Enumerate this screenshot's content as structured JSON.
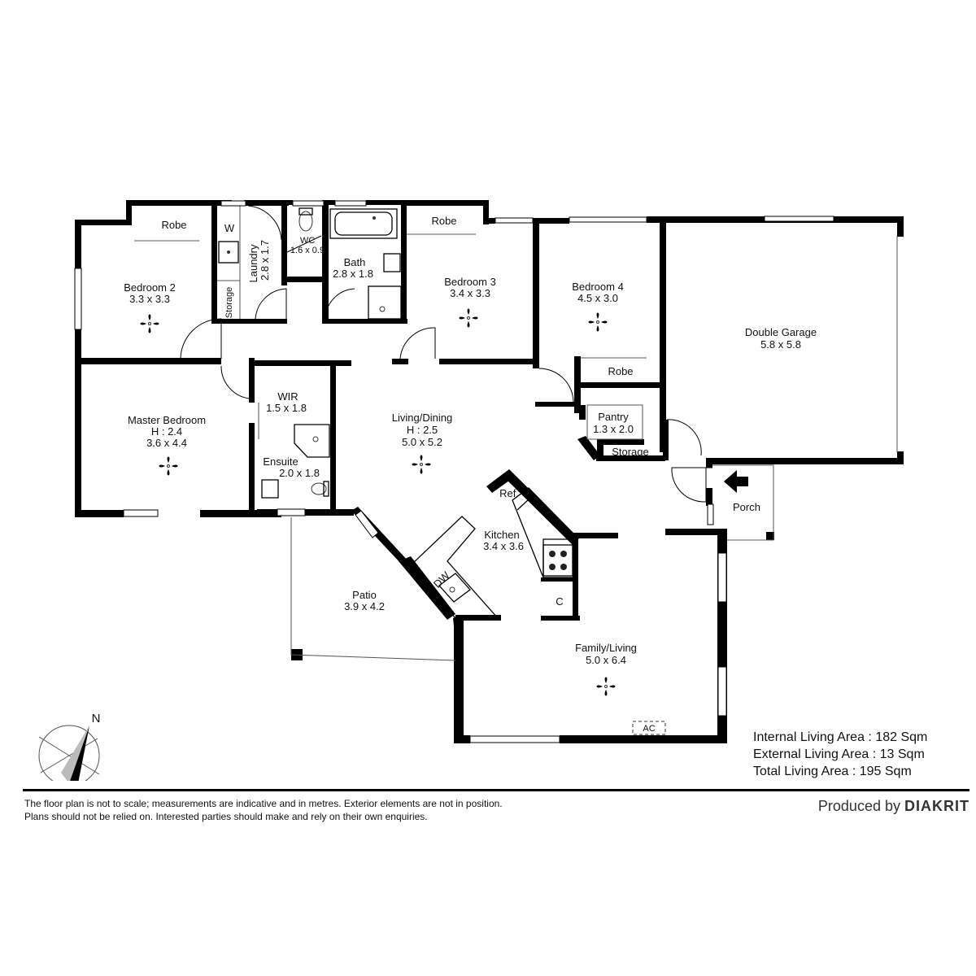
{
  "rooms": {
    "robe_bed2": "Robe",
    "w": "W",
    "laundry": {
      "name": "Laundry",
      "dims": "2.8 x 1.7"
    },
    "wc": {
      "name": "WC",
      "dims": "1.6 x 0.9"
    },
    "bath": {
      "name": "Bath",
      "dims": "2.8 x 1.8"
    },
    "robe_bed3": "Robe",
    "bedroom2": {
      "name": "Bedroom 2",
      "dims": "3.3 x 3.3"
    },
    "storage_laundry": "Storage",
    "bedroom3": {
      "name": "Bedroom 3",
      "dims": "3.4 x 3.3"
    },
    "bedroom4": {
      "name": "Bedroom 4",
      "dims": "4.5 x 3.0"
    },
    "robe_bed4": "Robe",
    "garage": {
      "name": "Double Garage",
      "dims": "5.8 x 5.8"
    },
    "master": {
      "name": "Master Bedroom",
      "height": "H : 2.4",
      "dims": "3.6 x 4.4"
    },
    "wir": {
      "name": "WIR",
      "dims": "1.5 x 1.8"
    },
    "ensuite": {
      "name": "Ensuite",
      "dims": "2.0 x 1.8"
    },
    "living": {
      "name": "Living/Dining",
      "height": "H : 2.5",
      "dims": "5.0 x 5.2"
    },
    "pantry": {
      "name": "Pantry",
      "dims": "1.3 x 2.0"
    },
    "storage_pantry": "Storage",
    "porch": "Porch",
    "ref": "Ref.",
    "kitchen": {
      "name": "Kitchen",
      "dims": "3.4 x 3.6"
    },
    "dw": "DW",
    "c": "C",
    "patio": {
      "name": "Patio",
      "dims": "3.9 x 4.2"
    },
    "family": {
      "name": "Family/Living",
      "dims": "5.0 x 6.4"
    },
    "ac": "AC"
  },
  "compass": {
    "label": "N"
  },
  "areas": {
    "internal": "Internal Living Area : 182 Sqm",
    "external": "External Living Area : 13 Sqm",
    "total": "Total Living Area : 195 Sqm"
  },
  "footer": {
    "disclaimer_line1": "The floor plan is not to scale; measurements are indicative and in metres. Exterior elements are not in position.",
    "disclaimer_line2": "Plans should not be relied on. Interested parties should make and rely on their own enquiries.",
    "produced_by": "Produced by",
    "brand": "DIAKRIT"
  }
}
